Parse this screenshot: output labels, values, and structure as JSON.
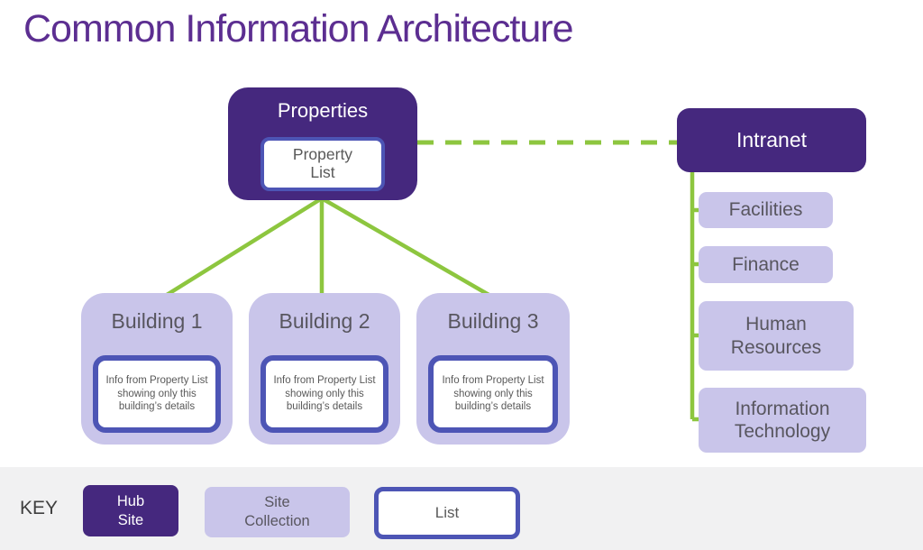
{
  "title": "Common Information Architecture",
  "colors": {
    "title_text": "#5c2e91",
    "hub_site_fill": "#45287e",
    "site_collection_fill": "#c9c5ea",
    "list_border": "#4d55b5",
    "connector_green": "#8dc63f",
    "body_text": "#595959",
    "key_background": "#f1f1f2"
  },
  "properties_hub": {
    "label": "Properties",
    "list_label": "Property List"
  },
  "intranet_hub": {
    "label": "Intranet"
  },
  "buildings": [
    {
      "label": "Building 1",
      "list_text": "Info from Property List showing only this building’s details"
    },
    {
      "label": "Building 2",
      "list_text": "Info from Property List showing only this building’s details"
    },
    {
      "label": "Building 3",
      "list_text": "Info from Property List showing only this building’s details"
    }
  ],
  "departments": [
    "Facilities",
    "Finance",
    "Human Resources",
    "Information Technology"
  ],
  "key": {
    "label": "KEY",
    "items": [
      {
        "label": "Hub Site"
      },
      {
        "label": "Site Collection"
      },
      {
        "label": "List"
      }
    ]
  }
}
